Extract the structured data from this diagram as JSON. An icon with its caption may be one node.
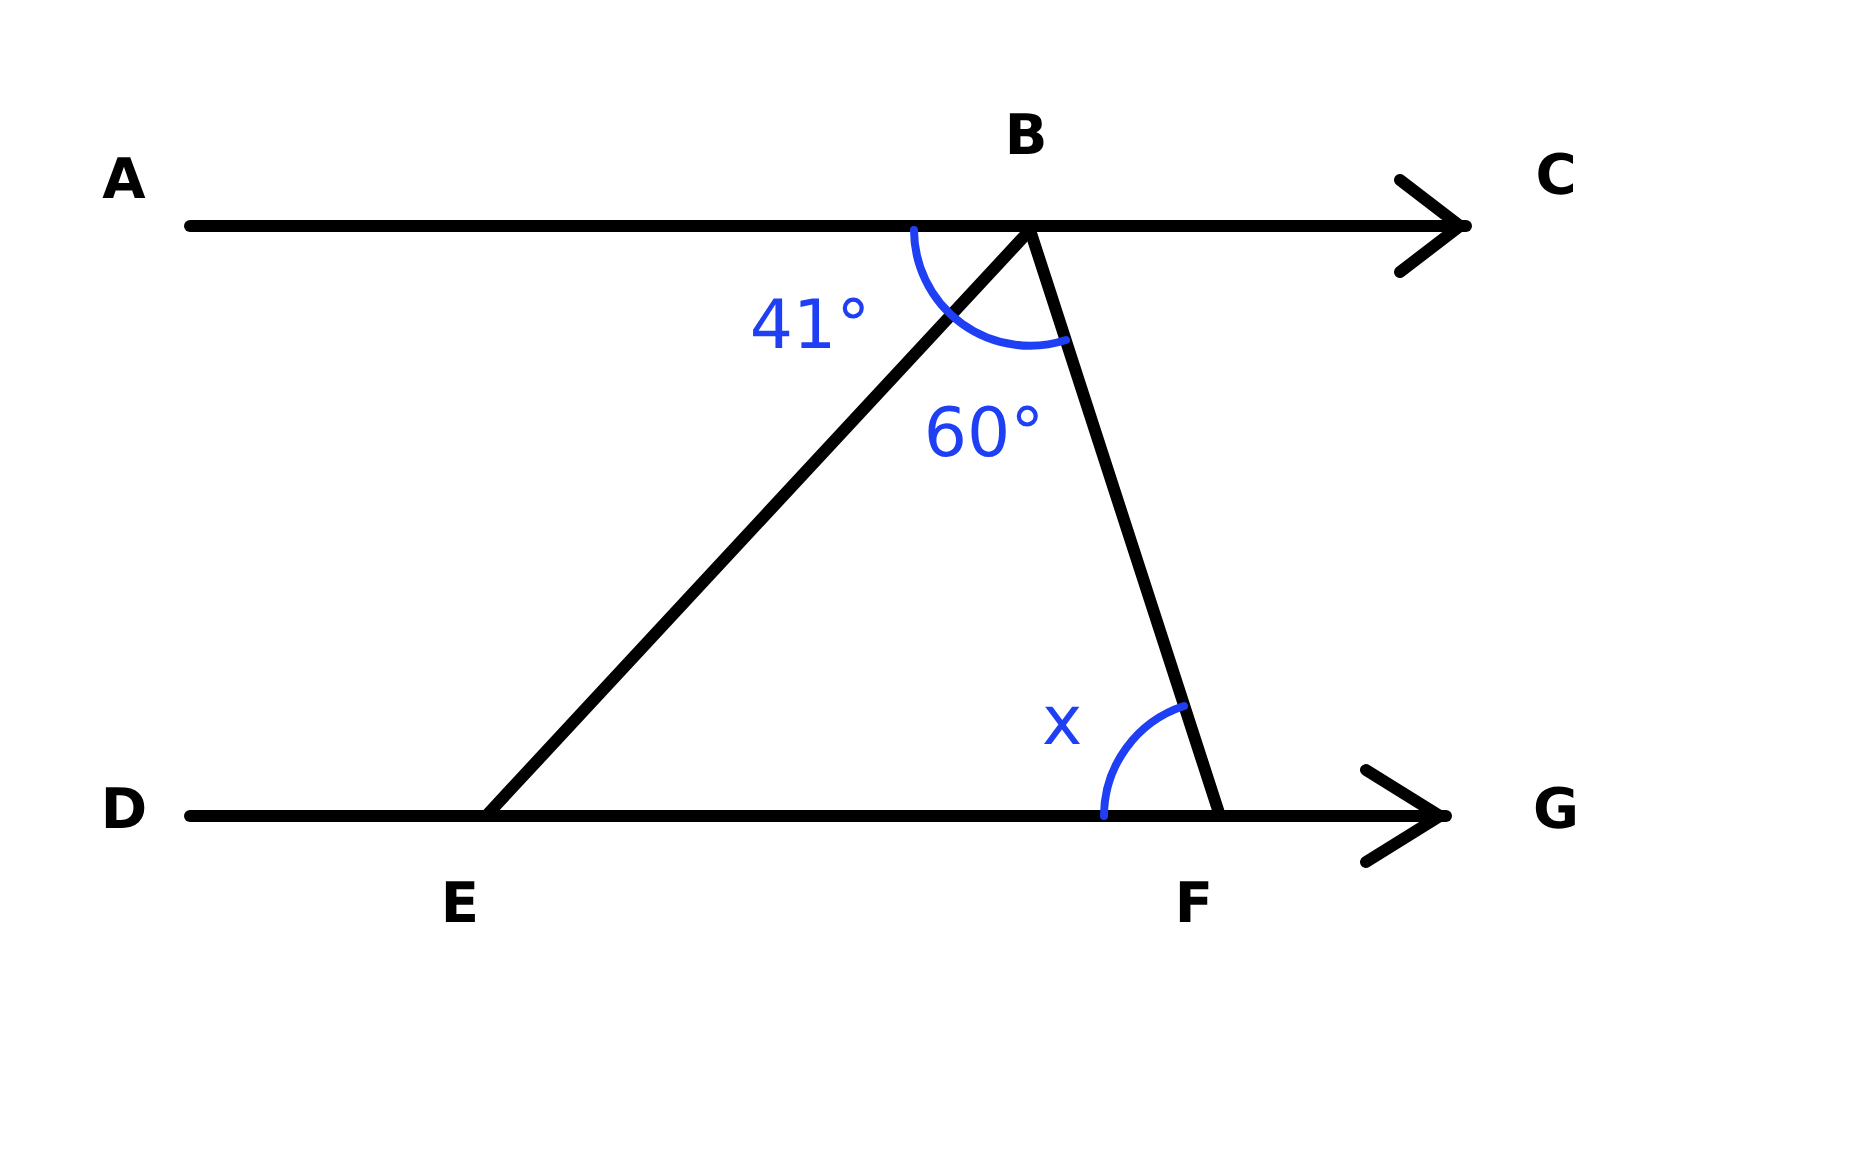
{
  "diagram": {
    "labels": [
      "A",
      "B",
      "C",
      "41°",
      "60°",
      "x",
      "D",
      "G",
      "E",
      "F"
    ]
  }
}
